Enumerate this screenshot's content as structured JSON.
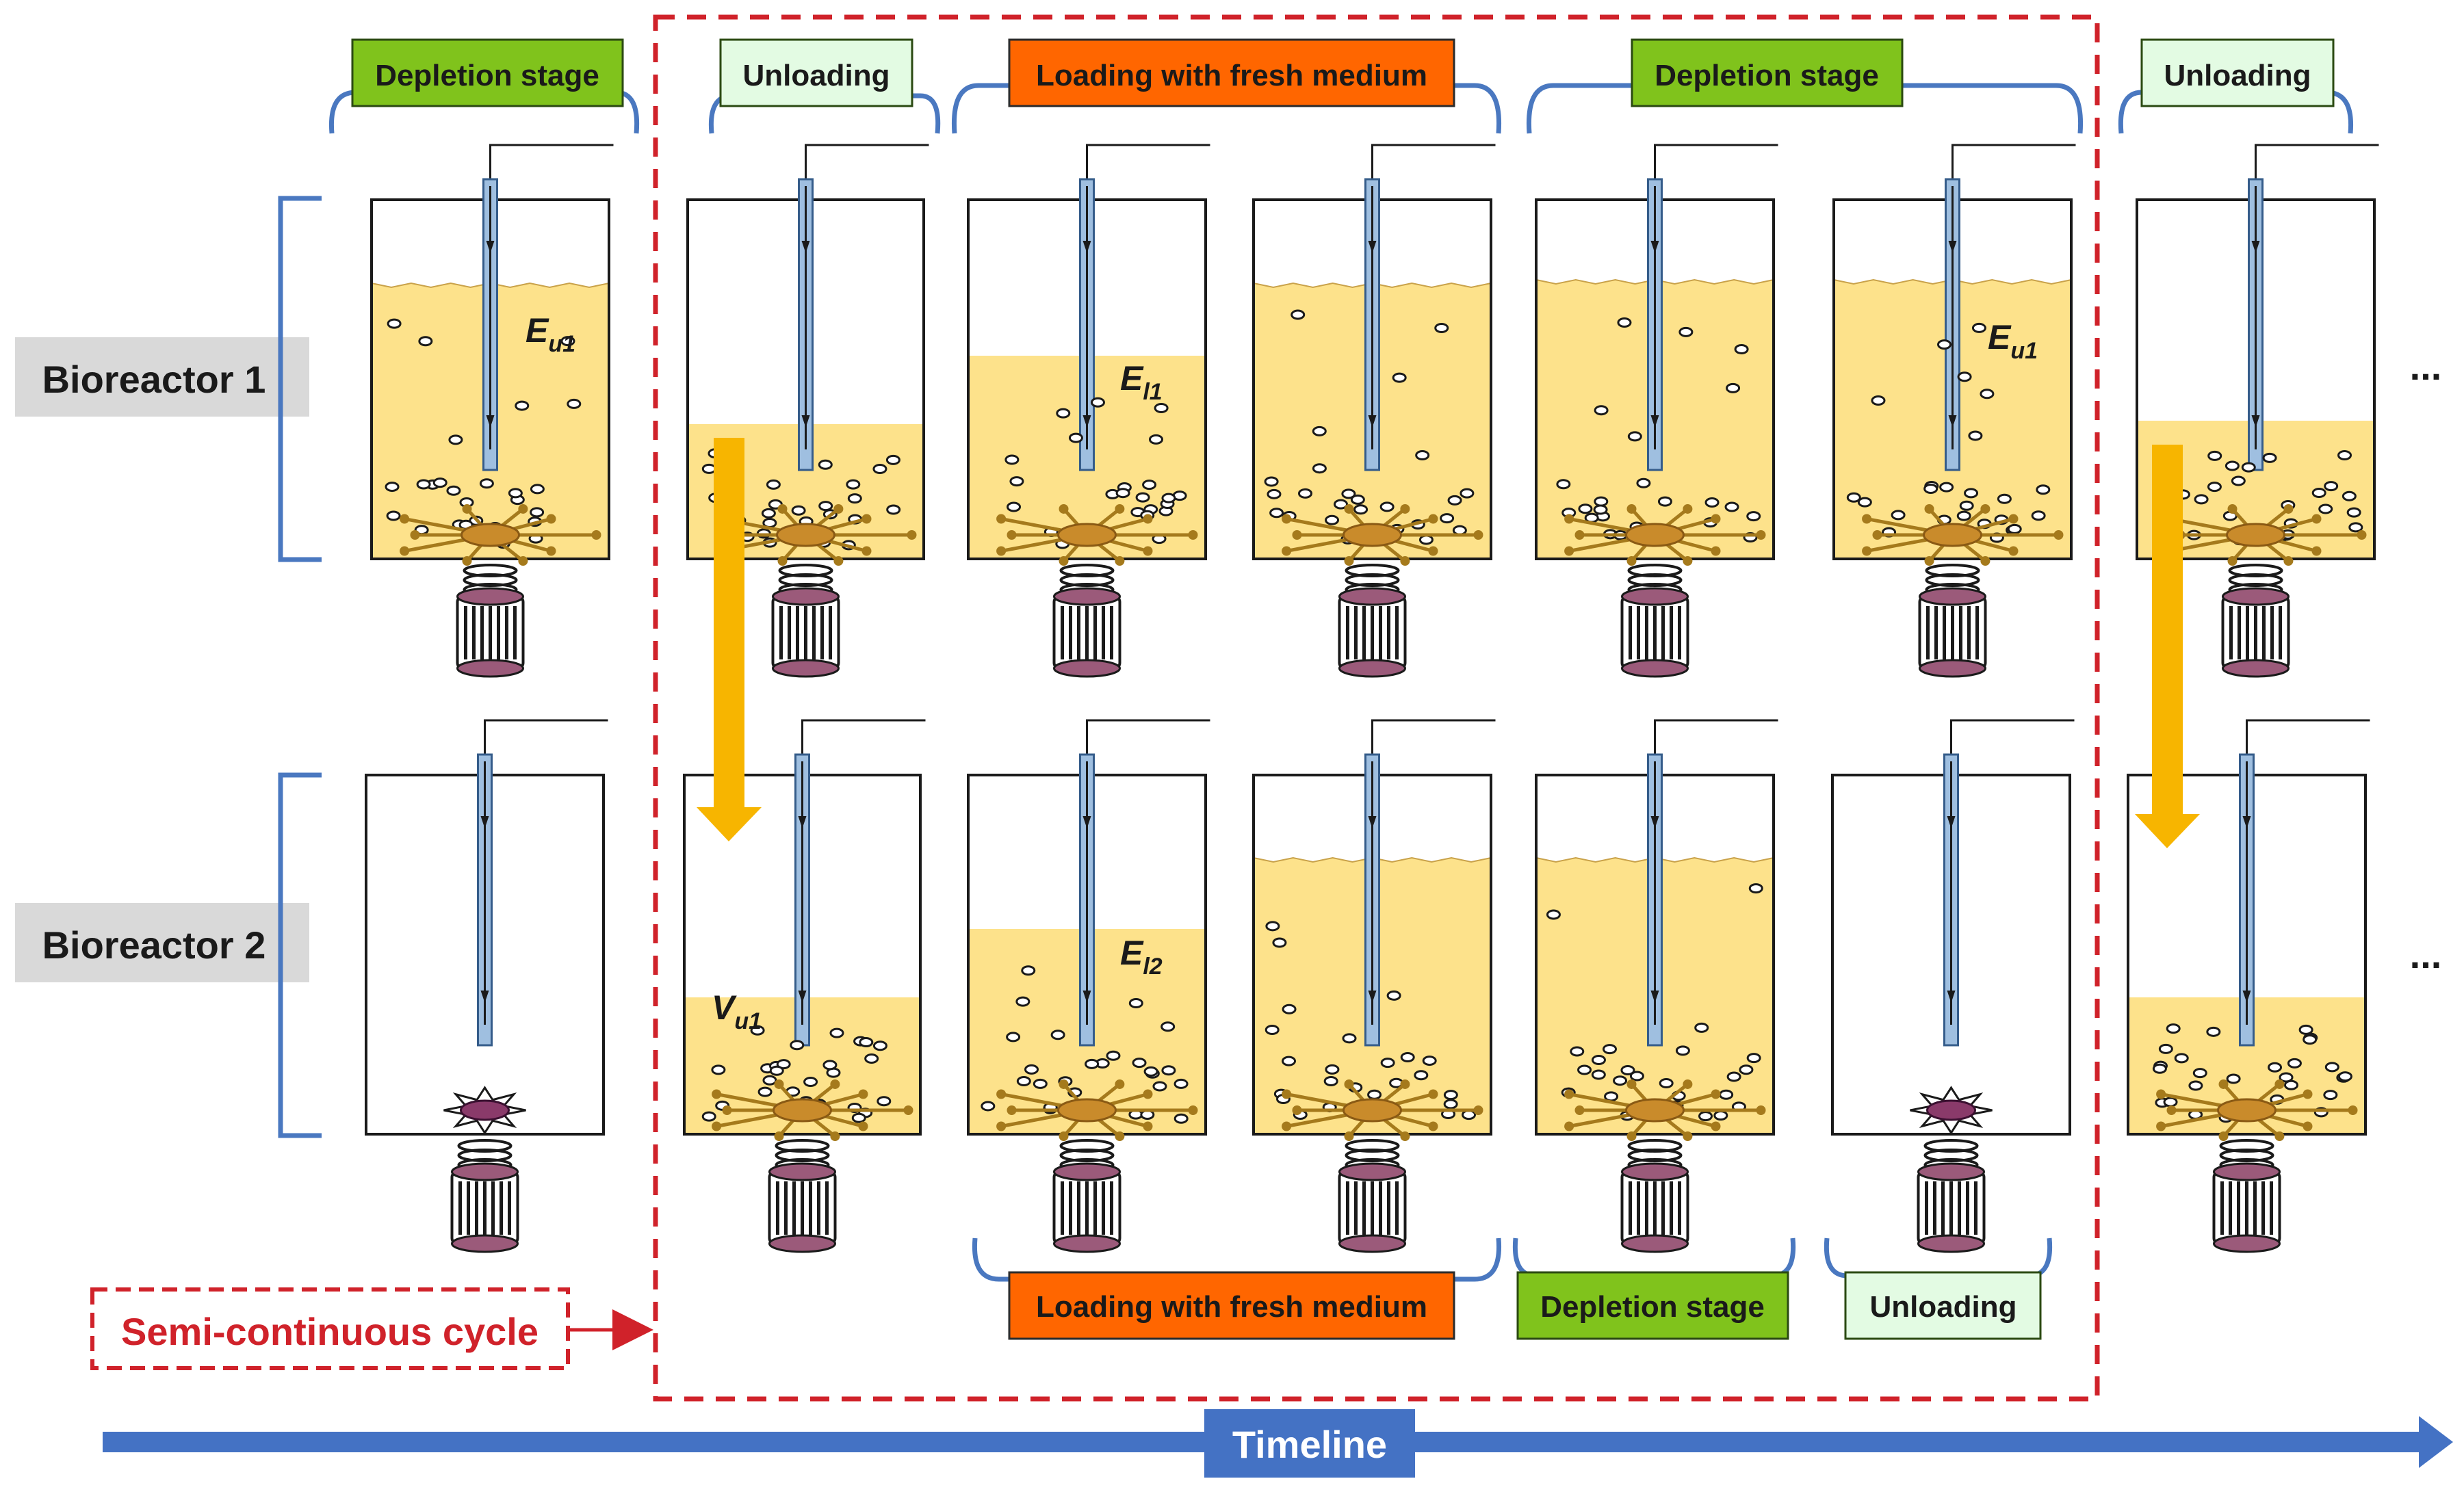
{
  "rows": {
    "bioreactor_1": "Bioreactor 1",
    "bioreactor_2": "Bioreactor 2"
  },
  "top_labels": {
    "depletion_1": "Depletion stage",
    "unloading_1": "Unloading",
    "loading": "Loading with fresh medium",
    "depletion_2": "Depletion stage",
    "unloading_2": "Unloading"
  },
  "bottom_labels": {
    "loading": "Loading with fresh medium",
    "depletion": "Depletion stage",
    "unloading": "Unloading"
  },
  "semi_continuous": "Semi-continuous cycle",
  "timeline": "Timeline",
  "ellipsis": "...",
  "vessel_labels": {
    "eu1_a": {
      "main": "E",
      "sub": "u1"
    },
    "el1": {
      "main": "E",
      "sub": "l1"
    },
    "eu1_b": {
      "main": "E",
      "sub": "u1"
    },
    "vu1": {
      "main": "V",
      "sub": "u1"
    },
    "el2": {
      "main": "E",
      "sub": "l2"
    }
  },
  "colors": {
    "stage_depletion": "#80c31c",
    "stage_unloading": "#e3fbe3",
    "stage_loading": "#ff6600",
    "medium": "#fde28b",
    "cycle_border": "#d0222a",
    "timeline": "#4472c4",
    "transfer_arrow": "#f7b500",
    "row_label_bg": "#d9d9d9",
    "bracket": "#4a78c0"
  }
}
